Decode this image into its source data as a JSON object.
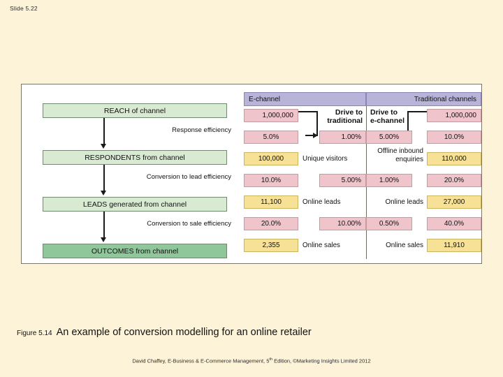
{
  "slide": {
    "label": "Slide 5.22"
  },
  "figure": {
    "number": "Figure 5.14",
    "title": "An example of conversion modelling for an online retailer"
  },
  "footer": {
    "author": "David Chaffey, E-Business & E-Commerce Management, 5",
    "sup": "th",
    "rest": " Edition, ©Marketing Insights Limited 2012"
  },
  "flow": {
    "stages": [
      {
        "label": "REACH of channel"
      },
      {
        "label": "RESPONDENTS from channel"
      },
      {
        "label": "LEADS generated from channel"
      },
      {
        "label": "OUTCOMES from channel"
      }
    ],
    "efficiencies": [
      {
        "label": "Response efficiency"
      },
      {
        "label": "Conversion to lead efficiency"
      },
      {
        "label": "Conversion to sale efficiency"
      }
    ]
  },
  "matrix": {
    "headers": {
      "left": "E-channel",
      "right": "Traditional channels"
    },
    "drive": {
      "to_traditional_line1": "Drive to",
      "to_traditional_line2": "traditional",
      "to_echannel_line1": "Drive to",
      "to_echannel_line2": "e-channel"
    },
    "rows": {
      "reach": {
        "echannel": "1,000,000",
        "traditional": "1,000,000"
      },
      "response_efficiency": {
        "echannel": "5.0%",
        "drive_to_traditional": "1.00%",
        "drive_to_echannel": "5.00%",
        "traditional": "10.0%"
      },
      "respondents": {
        "echannel_value": "100,000",
        "echannel_label": "Unique visitors",
        "traditional_label_line1": "Offline inbound",
        "traditional_label_line2": "enquiries",
        "traditional_value": "110,000"
      },
      "lead_efficiency": {
        "echannel": "10.0%",
        "drive_to_traditional": "5.00%",
        "drive_to_echannel": "1.00%",
        "traditional": "20.0%"
      },
      "leads": {
        "echannel_value": "11,100",
        "echannel_label": "Online leads",
        "traditional_label": "Online leads",
        "traditional_value": "27,000"
      },
      "sale_efficiency": {
        "echannel": "20.0%",
        "drive_to_traditional": "10.00%",
        "drive_to_echannel": "0.50%",
        "traditional": "40.0%"
      },
      "outcomes": {
        "echannel_value": "2,355",
        "echannel_label": "Online sales",
        "traditional_label": "Online sales",
        "traditional_value": "11,910"
      }
    }
  },
  "colors": {
    "background": "#fdf3d8",
    "stage_green": "#d9ead3",
    "stage_green_dark": "#8fc79a",
    "header_purple": "#b7b3d9",
    "cell_pink": "#efc4cb",
    "cell_yellow": "#f7e196"
  },
  "chart_data": {
    "type": "table",
    "title": "An example of conversion modelling for an online retailer",
    "categories": [
      "REACH of channel",
      "RESPONDENTS from channel",
      "LEADS generated from channel",
      "OUTCOMES from channel"
    ],
    "series": [
      {
        "name": "E-channel",
        "values": [
          "1,000,000",
          "100,000",
          "11,100",
          "2,355"
        ]
      },
      {
        "name": "Traditional channels",
        "values": [
          "1,000,000",
          "110,000",
          "27,000",
          "11,910"
        ]
      }
    ],
    "efficiencies": [
      {
        "name": "Response efficiency",
        "echannel": "5.0%",
        "traditional": "10.0%",
        "drive_to_traditional": "1.00%",
        "drive_to_echannel": "5.00%"
      },
      {
        "name": "Conversion to lead efficiency",
        "echannel": "10.0%",
        "traditional": "20.0%",
        "drive_to_traditional": "5.00%",
        "drive_to_echannel": "1.00%"
      },
      {
        "name": "Conversion to sale efficiency",
        "echannel": "20.0%",
        "traditional": "40.0%",
        "drive_to_traditional": "10.00%",
        "drive_to_echannel": "0.50%"
      }
    ]
  }
}
